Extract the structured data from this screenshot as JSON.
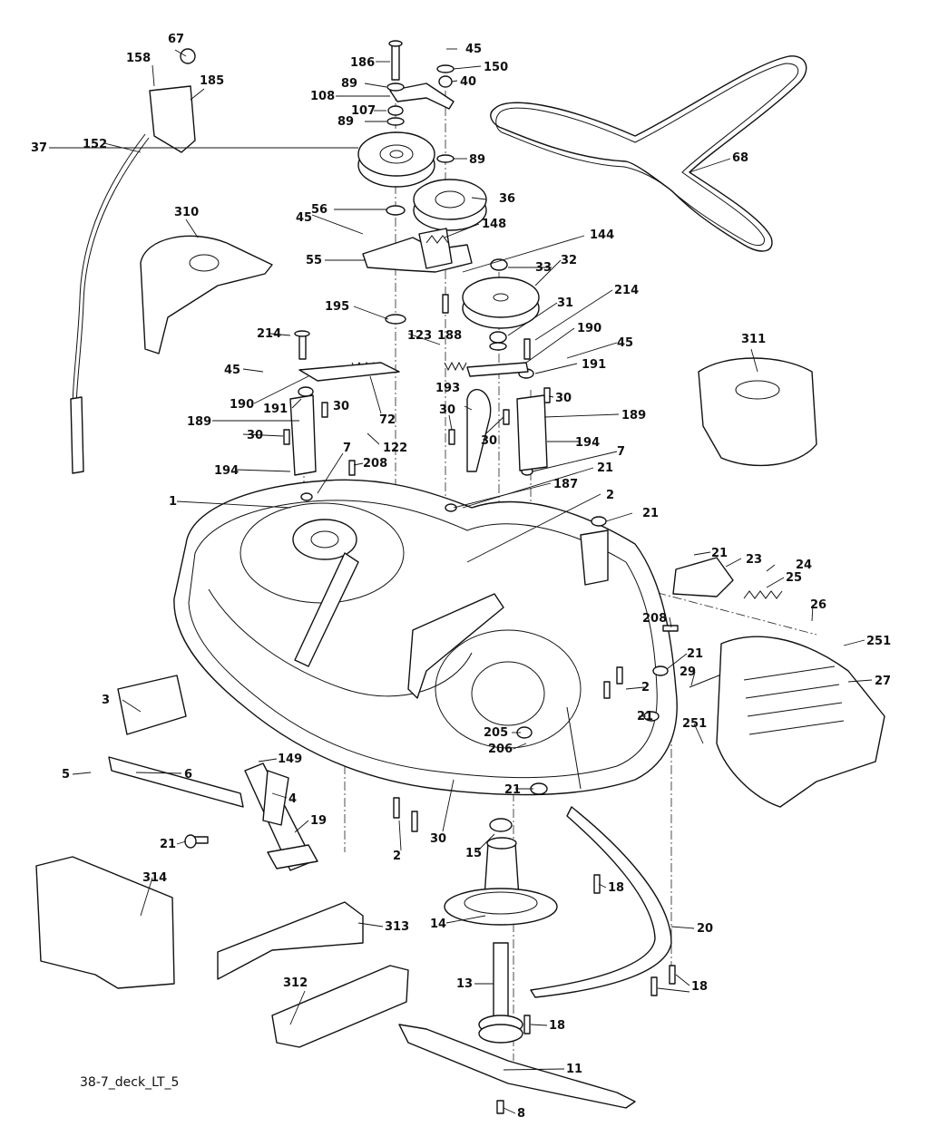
{
  "diagram": {
    "caption": "38-7_deck_LT_5",
    "part_labels": [
      "67",
      "158",
      "185",
      "152",
      "310",
      "186",
      "45",
      "150",
      "89",
      "40",
      "108",
      "107",
      "89",
      "37",
      "89",
      "36",
      "56",
      "45",
      "148",
      "144",
      "55",
      "33",
      "32",
      "214",
      "31",
      "195",
      "188",
      "123",
      "190",
      "45",
      "191",
      "214",
      "45",
      "190",
      "191",
      "30",
      "72",
      "122",
      "30",
      "189",
      "193",
      "30",
      "30",
      "189",
      "194",
      "7",
      "30",
      "208",
      "7",
      "21",
      "194",
      "1",
      "187",
      "2",
      "21",
      "21",
      "23",
      "24",
      "25",
      "26",
      "208",
      "251",
      "21",
      "29",
      "27",
      "2",
      "3",
      "205",
      "206",
      "21",
      "251",
      "5",
      "6",
      "149",
      "4",
      "21",
      "19",
      "21",
      "30",
      "2",
      "15",
      "18",
      "314",
      "14",
      "313",
      "20",
      "13",
      "18",
      "312",
      "18",
      "11",
      "8",
      "68",
      "311"
    ]
  }
}
